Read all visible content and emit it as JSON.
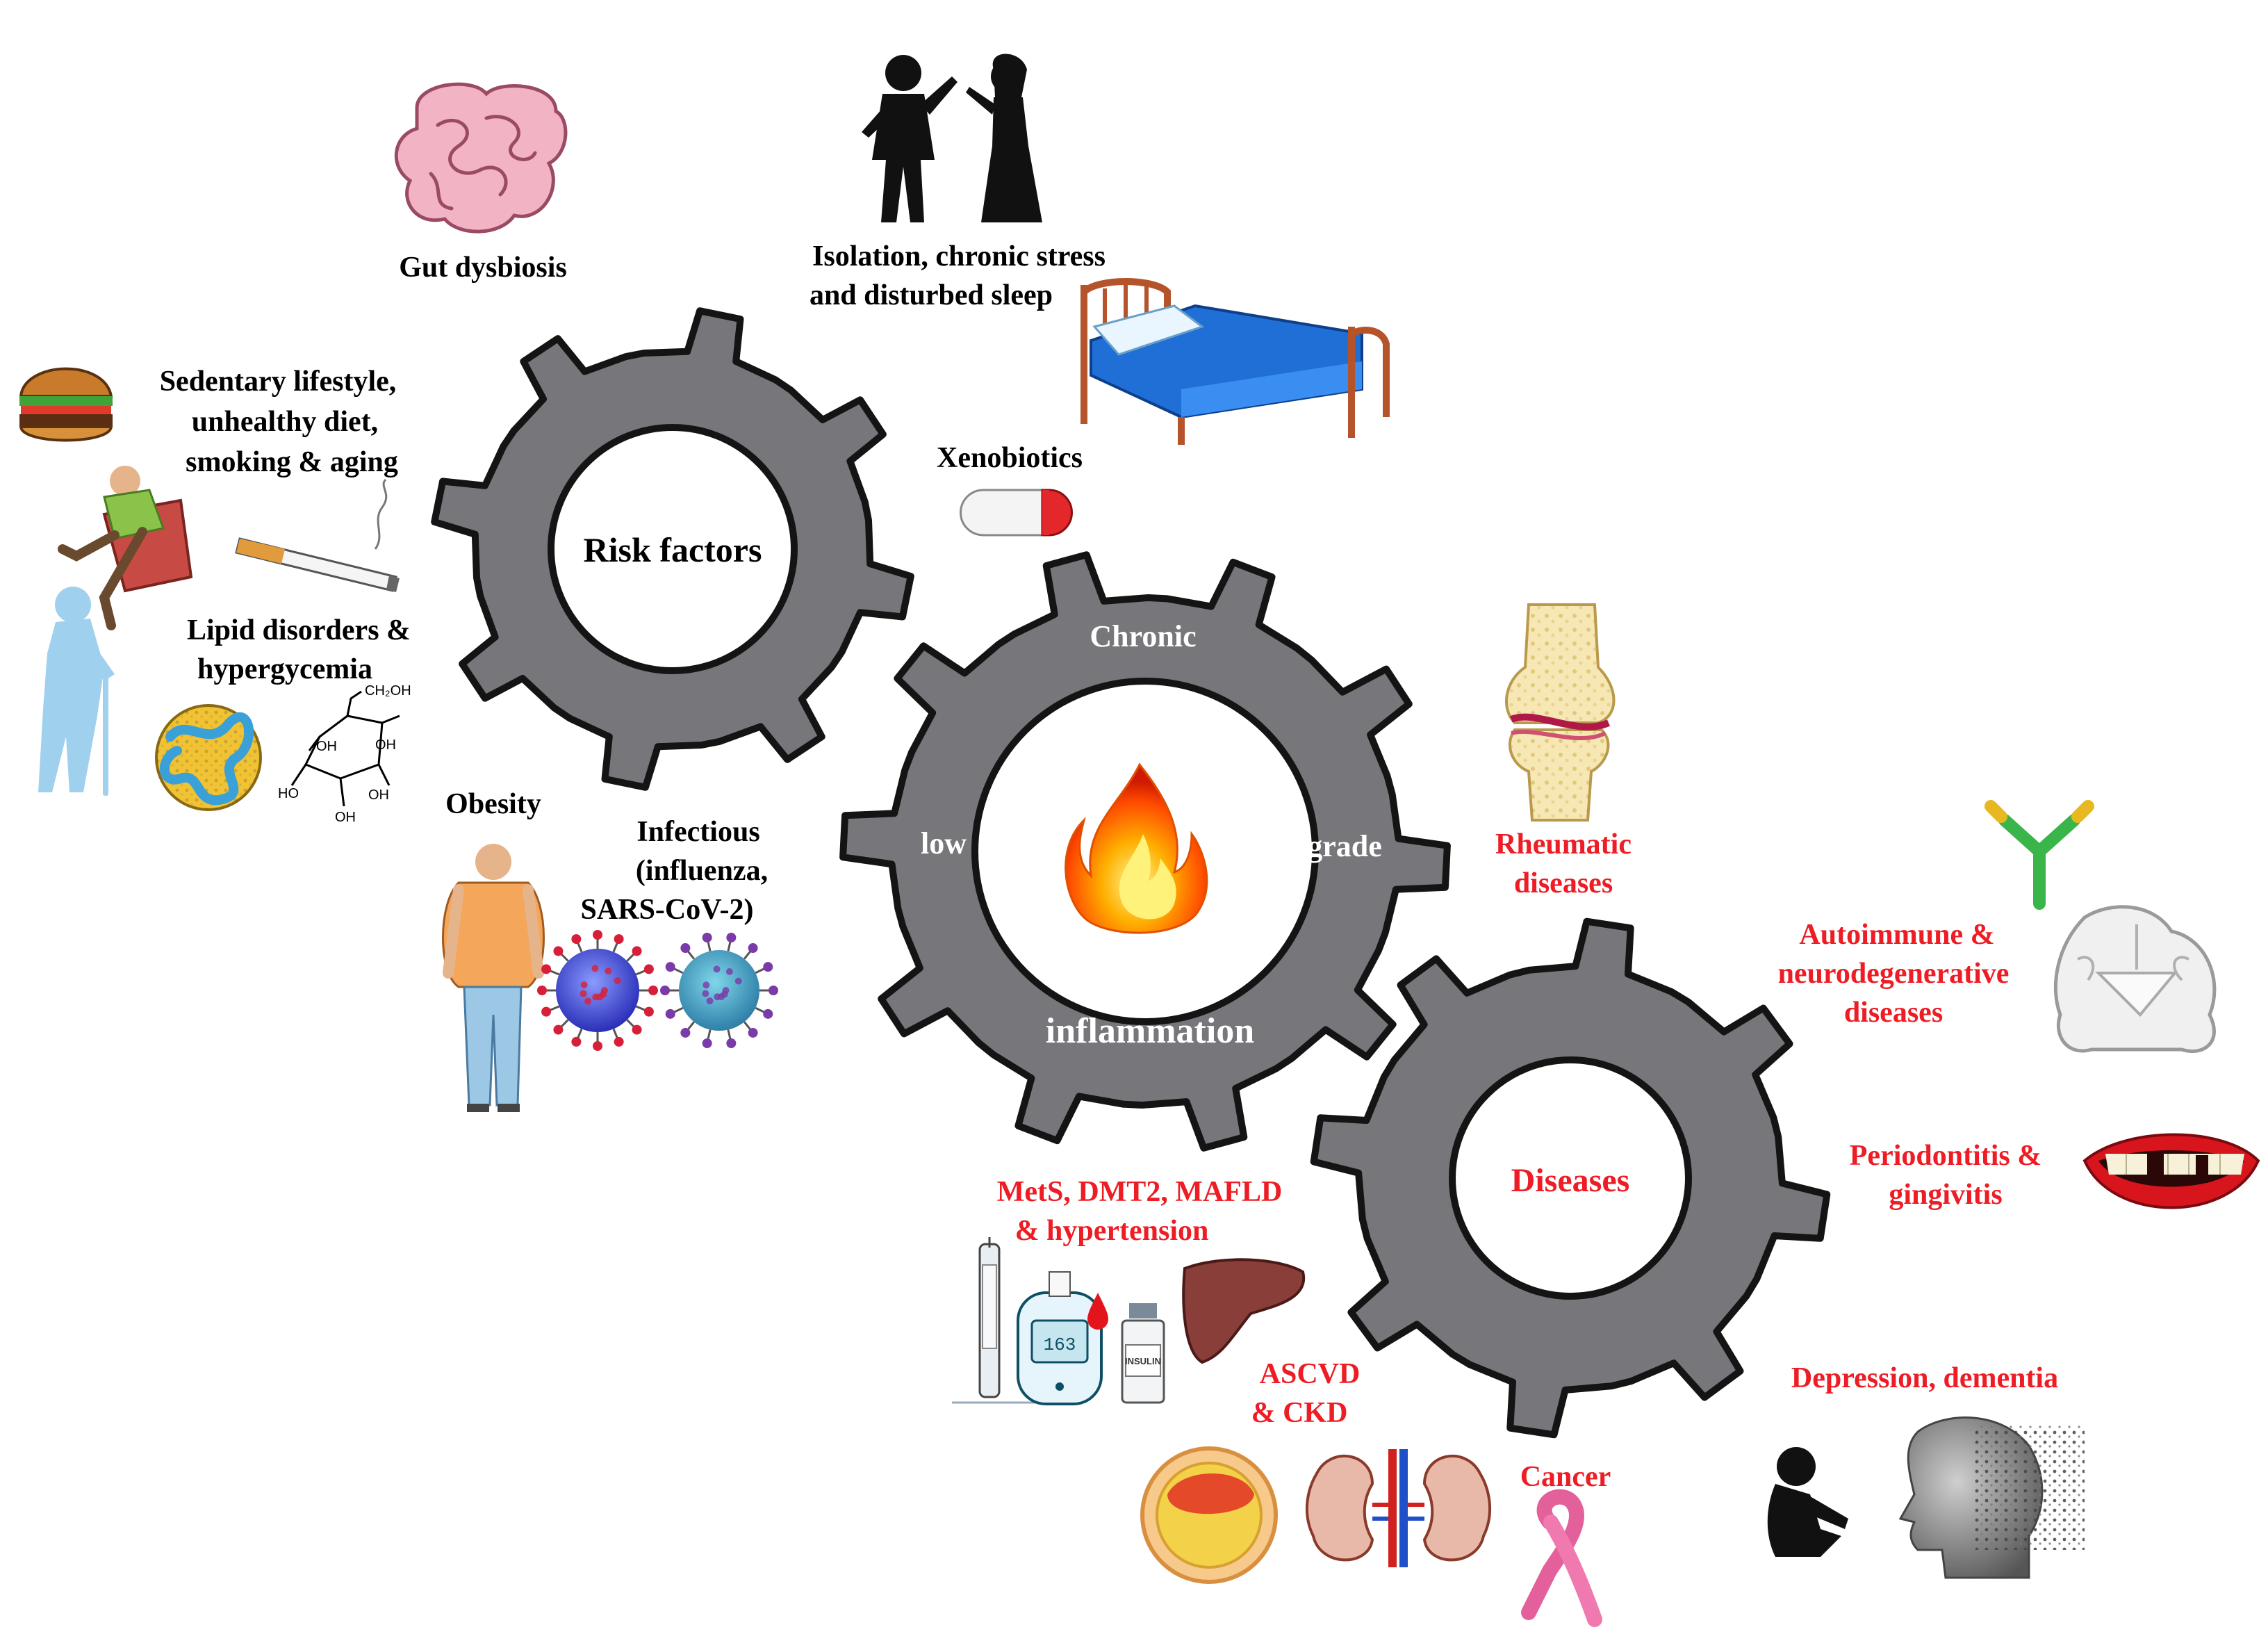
{
  "colors": {
    "gear": "#77767a",
    "gear_stroke": "#141414",
    "risk_text": "#000000",
    "disease_text": "#ee1c24",
    "inflammation_text": "#ffffff"
  },
  "gears": {
    "risk": {
      "label": "Risk factors"
    },
    "inflammation": {
      "top": "Chronic",
      "left": "low",
      "right": "grade",
      "bottom": "inflammation"
    },
    "diseases": {
      "label": "Diseases"
    }
  },
  "risk_factors": {
    "gut": "Gut dysbiosis",
    "stress": [
      "Isolation, chronic stress",
      "and disturbed sleep"
    ],
    "lifestyle": [
      "Sedentary lifestyle,",
      "unhealthy diet,",
      "smoking & aging"
    ],
    "xenobiotics": "Xenobiotics",
    "lipid": [
      "Lipid disorders &",
      "hypergycemia"
    ],
    "obesity": "Obesity",
    "infectious": [
      "Infectious",
      "(influenza,",
      "SARS-CoV-2)"
    ]
  },
  "diseases": {
    "rheumatic": [
      "Rheumatic",
      "diseases"
    ],
    "autoimmune": [
      "Autoimmune &",
      "neurodegenerative",
      "diseases"
    ],
    "periodontitis": [
      "Periodontitis &",
      "gingivitis"
    ],
    "mets": [
      "MetS, DMT2, MAFLD",
      "& hypertension"
    ],
    "ascvd": [
      "ASCVD",
      "& CKD"
    ],
    "cancer": "Cancer",
    "depression": "Depression, dementia"
  },
  "illustrations": {
    "glucose_labels": [
      "CH₂OH",
      "OH",
      "OH",
      "HO",
      "OH",
      "OH"
    ],
    "glucometer_reading": "163",
    "vial_label": "INSULIN"
  },
  "icons": [
    "intestine-icon",
    "arguing-couple-icon",
    "bed-icon",
    "burger-icon",
    "sitting-man-icon",
    "cigarette-icon",
    "elderly-person-icon",
    "lipoprotein-icon",
    "glucose-molecule-icon",
    "pill-capsule-icon",
    "obese-man-icon",
    "virus-icon",
    "coronavirus-icon",
    "fire-icon",
    "knee-joint-icon",
    "antibody-icon",
    "brain-section-icon",
    "mouth-teeth-icon",
    "insulin-pen-icon",
    "glucometer-icon",
    "blood-drop-icon",
    "insulin-vial-icon",
    "liver-icon",
    "artery-section-icon",
    "kidneys-icon",
    "cancer-ribbon-icon",
    "depressed-person-icon",
    "dementia-head-icon"
  ]
}
